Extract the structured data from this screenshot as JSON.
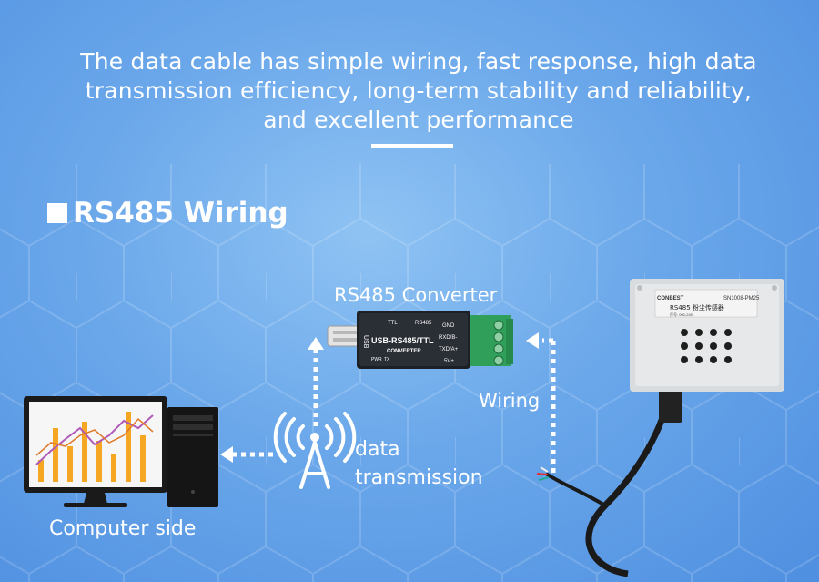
{
  "headline": {
    "line1": "The data cable has simple wiring, fast response, high data",
    "line2": "transmission efficiency, long-term stability and reliability,",
    "line3": "and excellent performance"
  },
  "section": {
    "title": "RS485 Wiring"
  },
  "labels": {
    "converter": "RS485 Converter",
    "wiring": "Wiring",
    "data_line1": "data",
    "data_line2": "transmission",
    "computer": "Computer side"
  },
  "converter": {
    "usb_text": "USB",
    "model_text": "USB-RS485/TTL",
    "sub_text": "CONVERTER",
    "ttl_text": "TTL",
    "rs485_text": "RS485",
    "pwr_text": "PWR",
    "tx_text": "TX",
    "pins": [
      "GND",
      "RXD/B-",
      "TXD/A+",
      "5V+"
    ]
  },
  "sensor": {
    "brand_text": "CONBEST",
    "model_text": "SN1008-PM25",
    "label_text": "RS485 粉尘传感器",
    "serial_text": "序号: 000-245"
  },
  "colors": {
    "accent": "#ffffff",
    "chart_orange": "#f5a623",
    "chart_purple": "#b05ab8"
  }
}
